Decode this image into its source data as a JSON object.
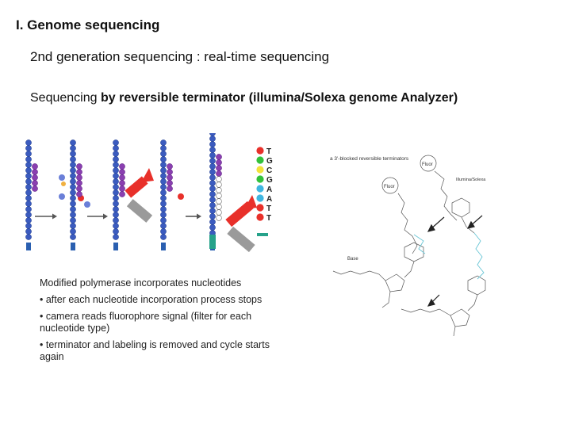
{
  "slide": {
    "title": "I. Genome sequencing",
    "subtitle": "2nd generation sequencing : real-time sequencing",
    "topic_prefix": "Sequencing ",
    "topic_bold": "by reversible terminator (illumina/Solexa genome Analyzer)"
  },
  "left_figure": {
    "bases": [
      {
        "letter": "T",
        "color": "#e8302a"
      },
      {
        "letter": "G",
        "color": "#33c13b"
      },
      {
        "letter": "C",
        "color": "#f2e23a"
      },
      {
        "letter": "G",
        "color": "#33c13b"
      },
      {
        "letter": "A",
        "color": "#3fb6e0"
      },
      {
        "letter": "A",
        "color": "#3fb6e0"
      },
      {
        "letter": "T",
        "color": "#e8302a"
      },
      {
        "letter": "T",
        "color": "#e8302a"
      }
    ],
    "caption_lead": "Modified polymerase incorporates nucleotides",
    "caption_bullets": [
      "after each nucleotide incorporation process stops",
      "camera reads fluorophore signal (filter for each nucleotide type)",
      "terminator and labeling is removed and cycle starts again"
    ]
  },
  "right_figure": {
    "heading": "a  3'-blocked reversible terminators",
    "label_fluor_top": "Fluor",
    "label_fluor_left": "Fluor",
    "label_illumina": "Illumina/Solexa",
    "label_base": "Base"
  },
  "colors": {
    "strand": "#3b5bbf",
    "purple": "#8a3fb0",
    "arrow_red": "#e8302a",
    "arrow_grey": "#9a9a9a"
  }
}
